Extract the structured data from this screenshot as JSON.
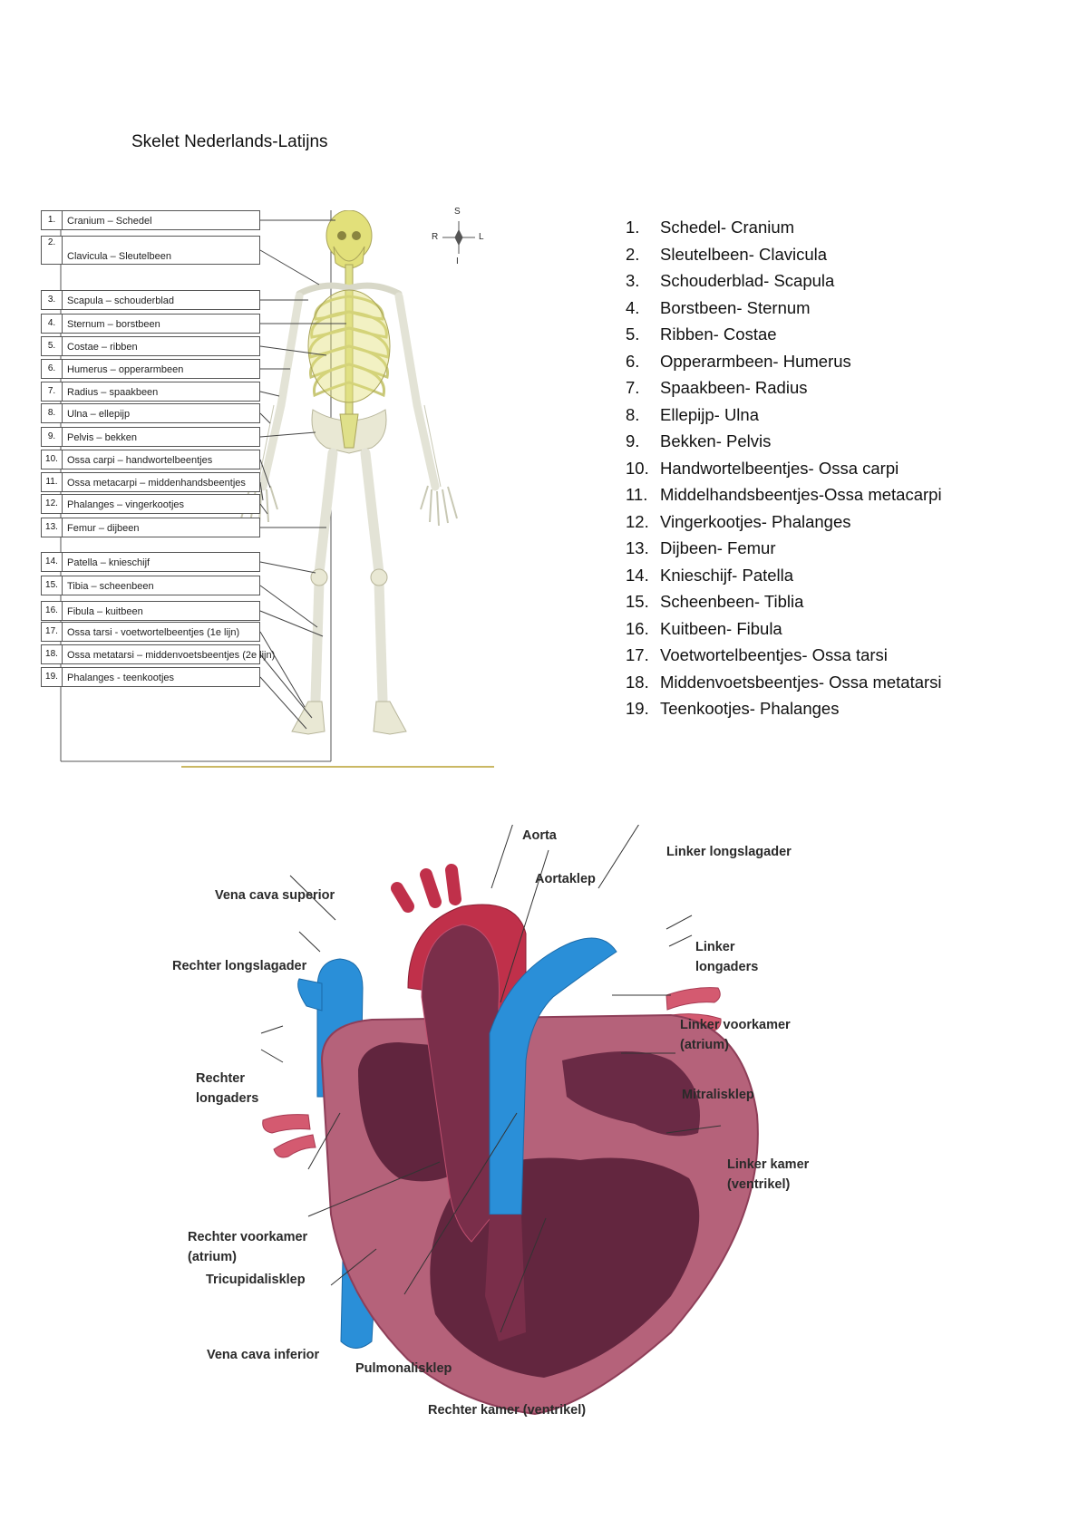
{
  "title": "Skelet Nederlands-Latijns",
  "skeleton_labels": [
    {
      "num": "1.",
      "text": "Cranium – Schedel"
    },
    {
      "num": "2.",
      "text": "Clavicula – Sleutelbeen"
    },
    {
      "num": "3.",
      "text": "Scapula – schouderblad"
    },
    {
      "num": "4.",
      "text": "Sternum – borstbeen"
    },
    {
      "num": "5.",
      "text": "Costae – ribben"
    },
    {
      "num": "6.",
      "text": "Humerus – opperarmbeen"
    },
    {
      "num": "7.",
      "text": "Radius – spaakbeen"
    },
    {
      "num": "8.",
      "text": "Ulna – ellepijp"
    },
    {
      "num": "9.",
      "text": "Pelvis – bekken"
    },
    {
      "num": "10.",
      "text": "Ossa carpi – handwortelbeentjes"
    },
    {
      "num": "11.",
      "text": "Ossa metacarpi – middenhandsbeentjes"
    },
    {
      "num": "12.",
      "text": "Phalanges – vingerkootjes"
    },
    {
      "num": "13.",
      "text": "Femur – dijbeen"
    },
    {
      "num": "14.",
      "text": "Patella – knieschijf"
    },
    {
      "num": "15.",
      "text": "Tibia – scheenbeen"
    },
    {
      "num": "16.",
      "text": "Fibula – kuitbeen"
    },
    {
      "num": "17.",
      "text": "Ossa tarsi - voetwortelbeentjes (1e lijn)"
    },
    {
      "num": "18.",
      "text": "Ossa metatarsi – middenvoetsbeentjes (2e lijn)"
    },
    {
      "num": "19.",
      "text": "Phalanges - teenkootjes"
    }
  ],
  "compass": {
    "top": "S",
    "left": "R",
    "right": "L",
    "bottom": "I"
  },
  "bone_list": [
    {
      "num": "1.",
      "text": "Schedel- Cranium"
    },
    {
      "num": "2.",
      "text": "Sleutelbeen- Clavicula"
    },
    {
      "num": "3.",
      "text": "Schouderblad- Scapula"
    },
    {
      "num": "4.",
      "text": "Borstbeen- Sternum"
    },
    {
      "num": "5.",
      "text": "Ribben- Costae"
    },
    {
      "num": "6.",
      "text": "Opperarmbeen- Humerus"
    },
    {
      "num": "7.",
      "text": "Spaakbeen- Radius"
    },
    {
      "num": "8.",
      "text": "Ellepijp- Ulna"
    },
    {
      "num": "9.",
      "text": "Bekken- Pelvis"
    },
    {
      "num": "10.",
      "text": "Handwortelbeentjes- Ossa carpi"
    },
    {
      "num": "11.",
      "text": "Middelhandsbeentjes-Ossa metacarpi"
    },
    {
      "num": "12.",
      "text": "Vingerkootjes- Phalanges"
    },
    {
      "num": "13.",
      "text": "Dijbeen- Femur"
    },
    {
      "num": "14.",
      "text": "Knieschijf- Patella"
    },
    {
      "num": "15.",
      "text": "Scheenbeen- Tiblia"
    },
    {
      "num": "16.",
      "text": "Kuitbeen- Fibula"
    },
    {
      "num": "17.",
      "text": "Voetwortelbeentjes- Ossa tarsi"
    },
    {
      "num": "18.",
      "text": "Middenvoetsbeentjes- Ossa metatarsi"
    },
    {
      "num": "19.",
      "text": "Teenkootjes- Phalanges"
    }
  ],
  "heart_labels": {
    "aorta": "Aorta",
    "linker_longslagader": "Linker longslagader",
    "aortaklep": "Aortaklep",
    "vena_cava_superior": "Vena cava superior",
    "rechter_longslagader": "Rechter longslagader",
    "linker_longaders_1": "Linker",
    "linker_longaders_2": "longaders",
    "linker_voorkamer_1": "Linker voorkamer",
    "linker_voorkamer_2": "(atrium)",
    "rechter_longaders_1": "Rechter",
    "rechter_longaders_2": "longaders",
    "mitralisklep": "Mitralisklep",
    "linker_kamer_1": "Linker kamer",
    "linker_kamer_2": "(ventrikel)",
    "rechter_voorkamer_1": "Rechter voorkamer",
    "rechter_voorkamer_2": "(atrium)",
    "tricupidalisklep": "Tricupidalisklep",
    "vena_cava_inferior": "Vena cava inferior",
    "pulmonalisklep": "Pulmonalisklep",
    "rechter_kamer": "Rechter kamer (ventrikel)"
  },
  "colors": {
    "bone": "#eeeee2",
    "highlight_bone": "#dfe08a",
    "heart_outer": "#b5627a",
    "heart_inner": "#5a2038",
    "aorta_red": "#c0304a",
    "vein_blue": "#2a8fd8"
  }
}
